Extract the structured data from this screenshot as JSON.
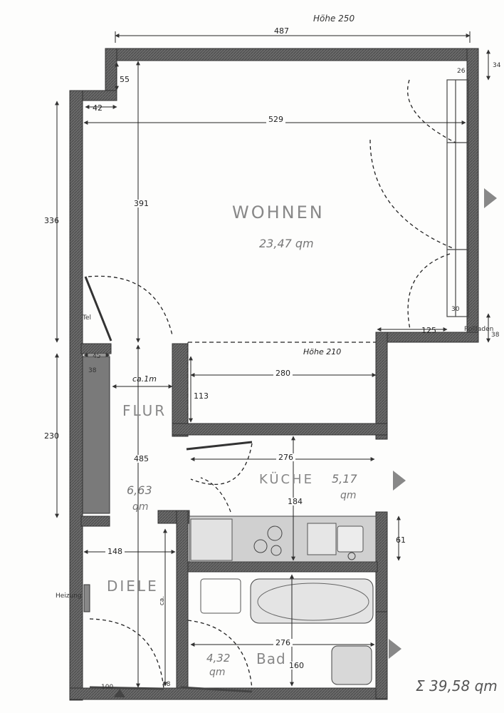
{
  "plan": {
    "height_note": "Höhe 250",
    "total_area": "Σ 39,58 qm"
  },
  "rooms": {
    "wohnen": {
      "name": "WOHNEN",
      "area": "23,47 qm"
    },
    "flur": {
      "name": "FLUR"
    },
    "diele": {
      "name": "DIELE"
    },
    "flur_diele_area": {
      "value": "6,63",
      "unit": "qm"
    },
    "kueche": {
      "name": "KÜCHE",
      "area": "5,17",
      "unit": "qm"
    },
    "bad": {
      "name": "Bad",
      "area": "4,32",
      "unit": "qm"
    }
  },
  "dimensions": {
    "top_width": "487",
    "inner_width": "529",
    "left_top": "336",
    "wohnen_height": "391",
    "left_bottom": "230",
    "flur_height": "485",
    "niche_depth": "55",
    "niche_width": "42",
    "right_top": "34",
    "right_inner": "26",
    "window_depth": "30",
    "bottom_right": "125",
    "bottom_right_small": "38",
    "door_opening": "280",
    "door_height": "Höhe 210",
    "opening_depth": "113",
    "flur_width": "ca.1m",
    "kitchen_width": "276",
    "kitchen_depth": "184",
    "kitchen_right": "61",
    "diele_width": "148",
    "bath_width": "276",
    "bath_depth": "160",
    "entry_width": "100",
    "entry_small": "48",
    "closet_a": "45",
    "closet_b": "38",
    "wall_small": "26"
  },
  "annotations": {
    "tel": "Tel",
    "heizung": "Heizung",
    "rollladen": "Rollladen",
    "ca": "ca."
  }
}
